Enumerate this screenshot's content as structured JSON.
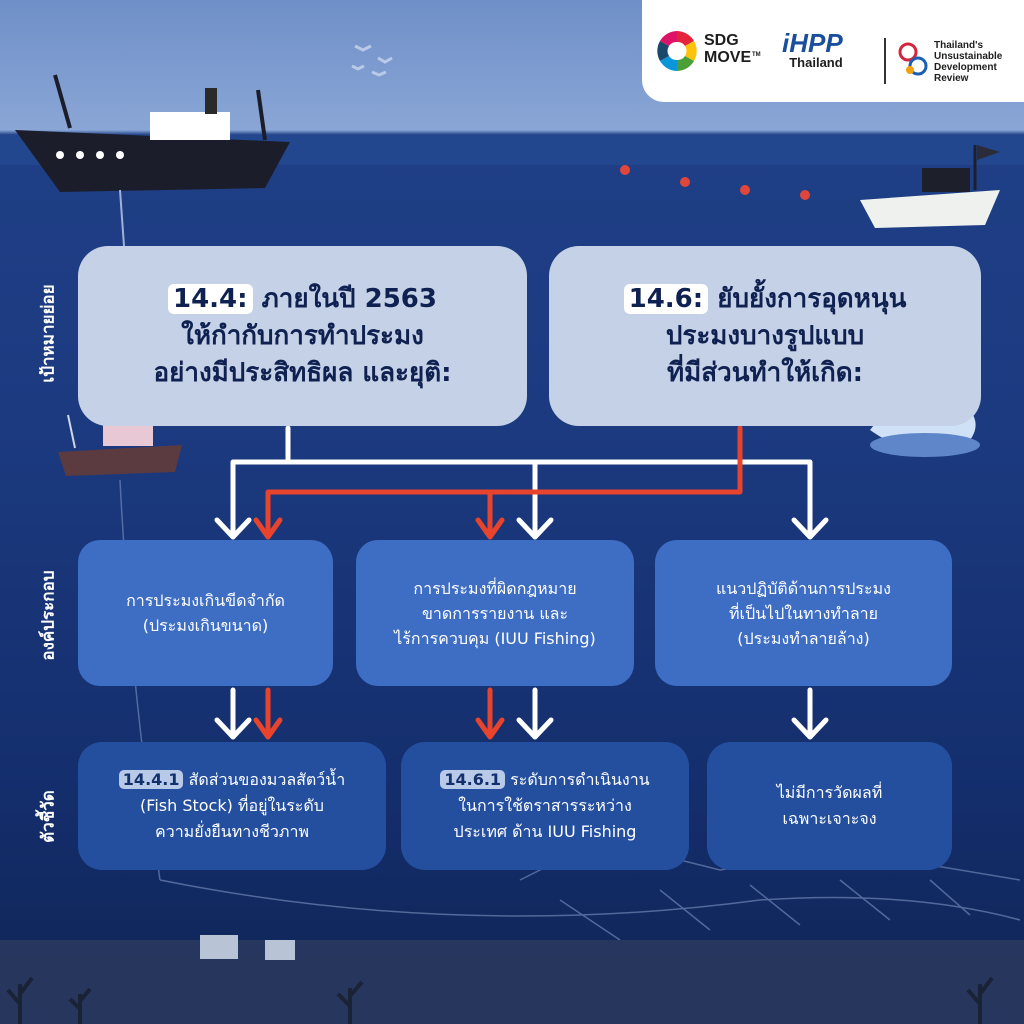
{
  "header": {
    "logos": [
      {
        "name": "sdg-move",
        "line1": "SDG",
        "line2": "MOVE",
        "mark": "TM"
      },
      {
        "name": "ihpp",
        "line1": "iHPP",
        "line2": "Thailand"
      },
      {
        "name": "thailands-unsustainable-development-review",
        "line1": "Thailand's",
        "line2": "Unsustainable",
        "line3": "Development",
        "line4": "Review"
      }
    ]
  },
  "row_labels": {
    "targets": "เป้าหมายย่อย",
    "components": "องค์ประกอบ",
    "indicators": "ตัวชี้วัด"
  },
  "targets": [
    {
      "code": "14.4:",
      "line1": "ภายในปี 2563",
      "line2": "ให้กำกับการทำประมง",
      "line3": "อย่างมีประสิทธิผล และยุติ:"
    },
    {
      "code": "14.6:",
      "line1": "ยับยั้งการอุดหนุน",
      "line2": "ประมงบางรูปแบบ",
      "line3": "ที่มีส่วนทำให้เกิด:"
    }
  ],
  "components": [
    {
      "line1": "การประมงเกินขีดจำกัด",
      "line2": "(ประมงเกินขนาด)"
    },
    {
      "line1": "การประมงที่ผิดกฎหมาย",
      "line2": "ขาดการรายงาน และ",
      "line3": "ไร้การควบคุม (IUU Fishing)"
    },
    {
      "line1": "แนวปฏิบัติด้านการประมง",
      "line2": "ที่เป็นไปในทางทำลาย",
      "line3": "(ประมงทำลายล้าง)"
    }
  ],
  "indicators": [
    {
      "code": "14.4.1",
      "line1": "สัดส่วนของมวลสัตว์น้ำ",
      "line2": "(Fish Stock) ที่อยู่ในระดับ",
      "line3": "ความยั่งยืนทางชีวภาพ"
    },
    {
      "code": "14.6.1",
      "line1": "ระดับการดำเนินงาน",
      "line2": "ในการใช้ตราสารระหว่าง",
      "line3": "ประเทศ ด้าน IUU Fishing"
    },
    {
      "line1": "ไม่มีการวัดผลที่",
      "line2": "เฉพาะเจาะจง"
    }
  ],
  "colors": {
    "arrow_target_14_4": "#ffffff",
    "arrow_target_14_6": "#e8432c",
    "goal_box": "#c5d1e6",
    "component_box": "#3e6dc4",
    "indicator_box": "#244f9f",
    "ocean": "#1c3a80",
    "sky": "#8aa6d6"
  }
}
